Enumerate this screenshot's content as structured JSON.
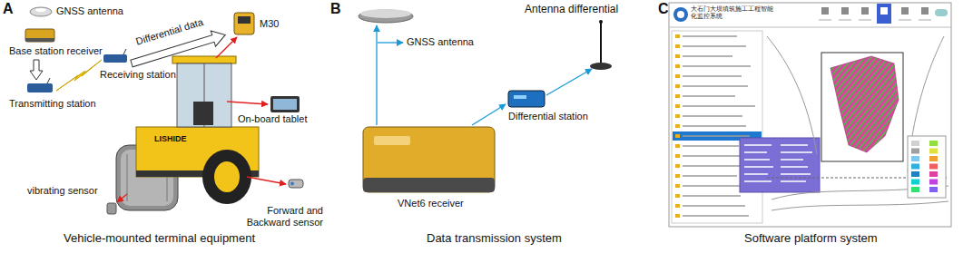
{
  "diagram": {
    "labels": [
      "A",
      "GNSS antenna",
      "Differential data",
      "M30",
      "Base station receiver",
      "Receiving station",
      "On-board tablet",
      "Transmitting station",
      "LISHIDE",
      "vibrating sensor",
      "Forward and Backward sensor",
      "Vehicle-mounted terminal equipment",
      "B",
      "GNSS antenna",
      "Antenna differential",
      "Differential station",
      "VNet6 receiver",
      "Data transmission system",
      "C",
      "大石门大坝填筑施工工程智能化监控系统",
      "Software platform system"
    ]
  }
}
